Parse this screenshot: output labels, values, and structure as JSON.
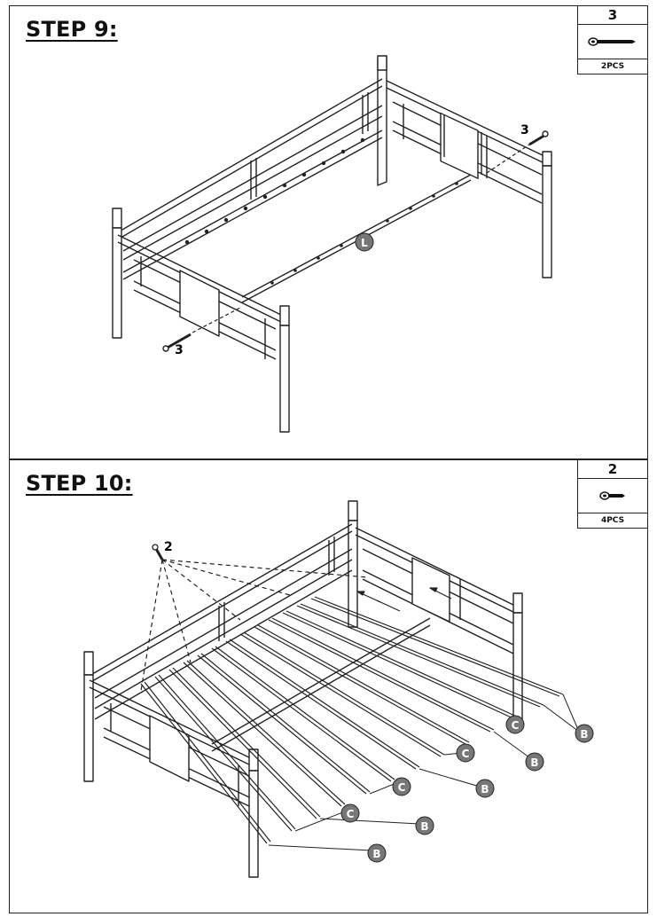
{
  "step9": {
    "title": "STEP 9:",
    "hardware": {
      "number": "3",
      "quantity": "2PCS",
      "icon": "long-bolt-icon"
    },
    "callouts": {
      "bolt_left": "3",
      "bolt_right": "3",
      "rail": "L"
    }
  },
  "step10": {
    "title": "STEP 10:",
    "hardware": {
      "number": "2",
      "quantity": "4PCS",
      "icon": "short-bolt-icon"
    },
    "callouts": {
      "screw": "2",
      "slat_b": "B",
      "slat_c": "C"
    }
  }
}
